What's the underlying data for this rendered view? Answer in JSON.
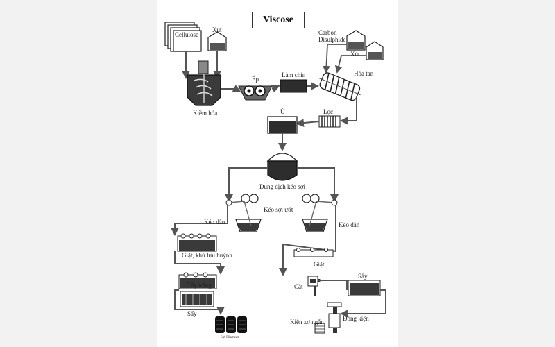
{
  "title": "Viscose",
  "labels": {
    "cellulose": "Cellulose",
    "xut1": "Xút",
    "kiem_hoa": "Kiềm hóa",
    "ep": "Ép",
    "lam_chin": "Làm chín",
    "carbon": "Carbon",
    "disulphide": "Disulphide",
    "xut2": "Xút",
    "hoa_tan": "Hòa tan",
    "loc": "Lọc",
    "u": "Ủ",
    "dung_dich": "Dung dịch kéo sợi",
    "keo_soi_uot": "Kéo sợi ướt",
    "keo_dan_left": "Kéo dãn",
    "keo_dan_right": "Kéo dãn",
    "giat_khu": "Giặt, khử lưu huỳnh",
    "tay_trang": "Tẩy trắng",
    "say_left": "Sấy",
    "soi_filament": "Sợi Filament",
    "giat_right": "Giặt",
    "cat": "Cắt",
    "say_right": "Sấy",
    "dong_kien": "Đóng kiện",
    "kien_xo_ngan": "Kiện xơ ngắn"
  }
}
